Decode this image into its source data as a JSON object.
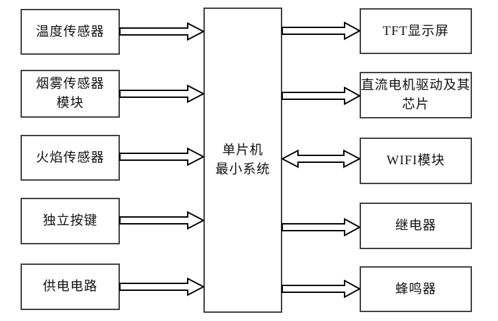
{
  "diagram": {
    "background_color": "#ffffff",
    "box_border_color": "#3f3f3f",
    "arrow_outline_color": "#000000",
    "center_node": {
      "id": "mcu",
      "label": "单片机\n最小系统"
    },
    "left_nodes": [
      {
        "id": "temperature-sensor",
        "label": "温度传感器"
      },
      {
        "id": "smoke-sensor-module",
        "label": "烟雾传感器\n模块"
      },
      {
        "id": "flame-sensor",
        "label": "火焰传感器"
      },
      {
        "id": "independent-keys",
        "label": "独立按键"
      },
      {
        "id": "power-supply-circuit",
        "label": "供电电路"
      }
    ],
    "right_nodes": [
      {
        "id": "tft-display",
        "label": "TFT显示屏"
      },
      {
        "id": "dc-motor-driver-chip",
        "label": "直流电机驱动及其\n芯片"
      },
      {
        "id": "wifi-module",
        "label": "WIFI模块"
      },
      {
        "id": "relay",
        "label": "继电器"
      },
      {
        "id": "buzzer",
        "label": "蜂鸣器"
      }
    ],
    "edges": [
      {
        "from": "temperature-sensor",
        "to": "mcu",
        "direction": "one-way"
      },
      {
        "from": "smoke-sensor-module",
        "to": "mcu",
        "direction": "one-way"
      },
      {
        "from": "flame-sensor",
        "to": "mcu",
        "direction": "one-way"
      },
      {
        "from": "independent-keys",
        "to": "mcu",
        "direction": "one-way"
      },
      {
        "from": "power-supply-circuit",
        "to": "mcu",
        "direction": "one-way"
      },
      {
        "from": "mcu",
        "to": "tft-display",
        "direction": "one-way"
      },
      {
        "from": "mcu",
        "to": "dc-motor-driver-chip",
        "direction": "one-way"
      },
      {
        "from": "mcu",
        "to": "wifi-module",
        "direction": "two-way"
      },
      {
        "from": "mcu",
        "to": "relay",
        "direction": "one-way"
      },
      {
        "from": "mcu",
        "to": "buzzer",
        "direction": "one-way"
      }
    ]
  }
}
